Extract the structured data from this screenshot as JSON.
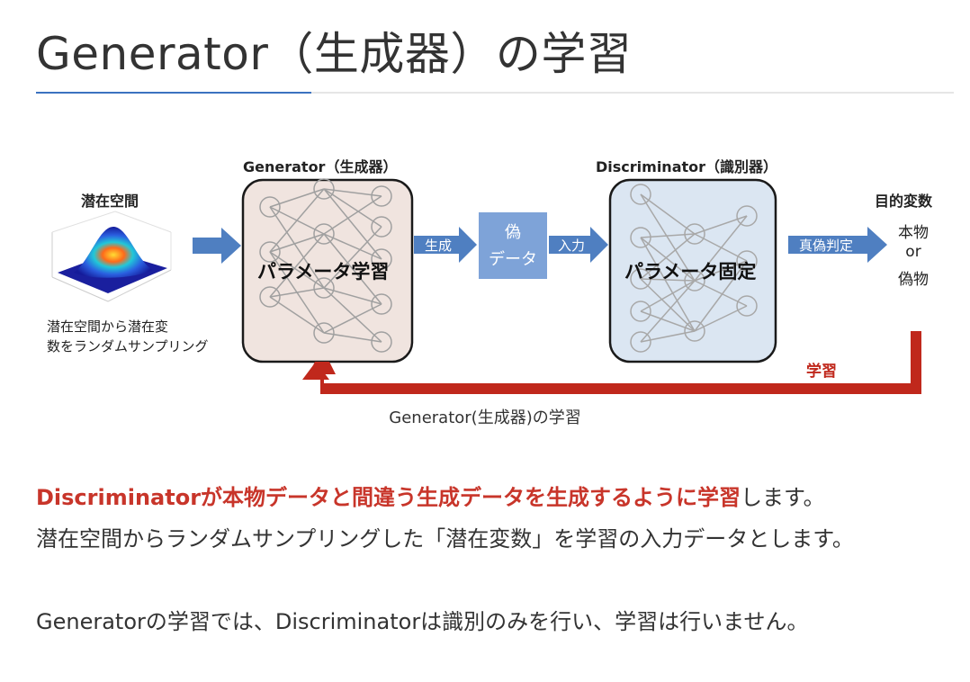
{
  "page": {
    "title": "Generator（生成器）の学習"
  },
  "figure": {
    "latent_space_label": "潜在空間",
    "latent_sampling_text_line1": "潜在空間から潜在変",
    "latent_sampling_text_line2": "数をランダムサンプリング",
    "generator_title": "Generator（生成器）",
    "generator_box_label": "パラメータ学習",
    "arrow_generate_label": "生成",
    "fake_data_line1": "偽",
    "fake_data_line2": "データ",
    "arrow_input_label": "入力",
    "discriminator_title": "Discriminator（識別器）",
    "discriminator_box_label": "パラメータ固定",
    "arrow_judge_label": "真偽判定",
    "target_title": "目的変数",
    "target_line1": "本物",
    "target_line2": "or",
    "target_line3": "偽物",
    "feedback_label": "学習",
    "caption": "Generator(生成器)の学習",
    "colors": {
      "arrow_blue": "#4f7fc1",
      "fake_data_box": "#7ea3d8",
      "generator_fill": "#f0e4df",
      "discriminator_fill": "#dbe6f2",
      "feedback_red": "#c0281c"
    }
  },
  "body": {
    "p1_emphasis": "Discriminatorが本物データと間違う生成データを生成するように学習",
    "p1_rest": "します。",
    "p2": "潜在空間からランダムサンプリングした「潜在変数」を学習の入力データとします。",
    "p3": "Generatorの学習では、Discriminatorは識別のみを行い、学習は行いません。"
  }
}
